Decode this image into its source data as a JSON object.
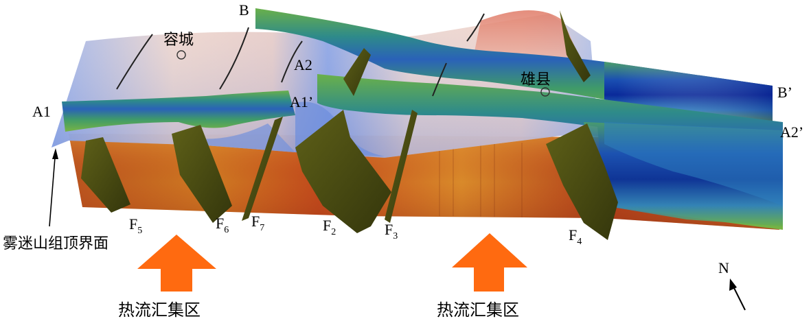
{
  "profiles": [
    {
      "start": "A1",
      "end": "A1’"
    },
    {
      "start": "A2",
      "end": "A2’"
    },
    {
      "start": "B",
      "end": "B’"
    }
  ],
  "cities": [
    {
      "name": "容城"
    },
    {
      "name": "雄县"
    }
  ],
  "faults": [
    {
      "base": "F",
      "sub": "5"
    },
    {
      "base": "F",
      "sub": "6"
    },
    {
      "base": "F",
      "sub": "7"
    },
    {
      "base": "F",
      "sub": "2"
    },
    {
      "base": "F",
      "sub": "3"
    },
    {
      "base": "F",
      "sub": "4"
    }
  ],
  "surface_label": "雾迷山组顶界面",
  "heat_zones": [
    {
      "label": "热流汇集区"
    },
    {
      "label": "热流汇集区"
    }
  ],
  "north_label": "N",
  "colors": {
    "heat_arrow": "#ff6a10",
    "fault_fill": "#4b4d12",
    "surface_warm": "#f0cfc2",
    "surface_cool": "#7f9fe0",
    "block_hot": "#c4501e",
    "profile_green": "#58a84a",
    "profile_blue": "#1c4fb0"
  }
}
